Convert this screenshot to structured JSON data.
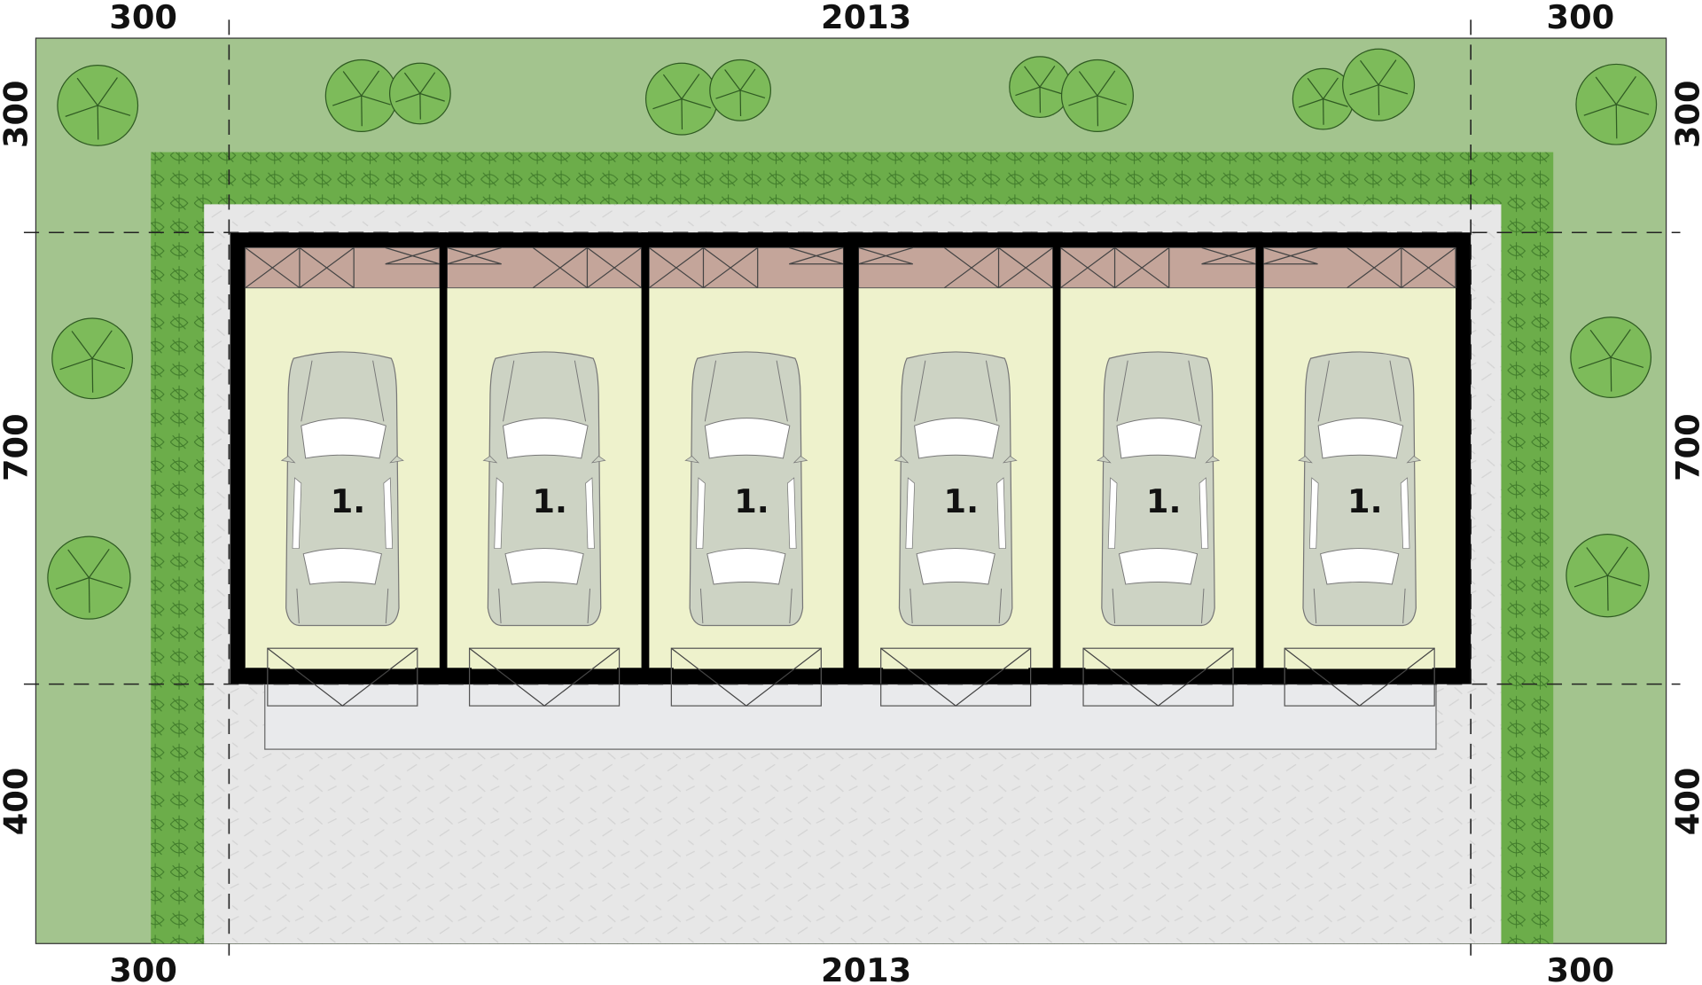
{
  "dimensions": {
    "top": [
      "300",
      "2013",
      "300"
    ],
    "bottom": [
      "300",
      "2013",
      "300"
    ],
    "left": [
      "300",
      "700",
      "400"
    ],
    "right": [
      "300",
      "700",
      "400"
    ]
  },
  "bays": [
    {
      "label": "1."
    },
    {
      "label": "1."
    },
    {
      "label": "1."
    },
    {
      "label": "1."
    },
    {
      "label": "1."
    },
    {
      "label": "1."
    }
  ],
  "colors": {
    "lawn": "#a3c48e",
    "hedge": "#6cad4a",
    "paving": "#e6e6e6",
    "floor": "#eef2cc",
    "shelf": "#c4a59a",
    "wall": "#000000",
    "apron": "#e9eaec",
    "car": "#cdd3c4",
    "tree": "#7dbb5a"
  }
}
